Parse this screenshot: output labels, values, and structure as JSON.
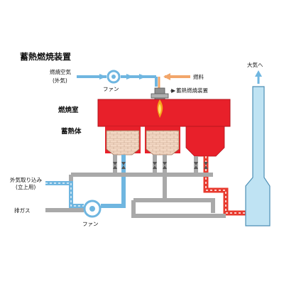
{
  "title": "蓄熱燃焼装置",
  "labels": {
    "combustion_air": "燃焼空気",
    "outside_air_paren": "(外気)",
    "fan_top": "ファン",
    "fuel": "燃料",
    "burner": "蓄熱燃焼装置",
    "combustion_chamber": "燃焼室",
    "regenerator": "蓄熱体",
    "intake_line1": "外気取り込み",
    "intake_line2": "(立上用)",
    "exhaust_gas": "排ガス",
    "fan_bottom": "ファン",
    "to_atmosphere": "大気へ"
  },
  "colors": {
    "chamber_red": "#e8202a",
    "hot_duct": "#e83a2e",
    "fresh_air_blue": "#6fb6e0",
    "duct_gray": "#a9a9a9",
    "stack_blue": "#bfe3f3",
    "brick": "#f3d8c4",
    "flame": "#f7a21b",
    "fuel_arrow": "#f2a66a"
  }
}
